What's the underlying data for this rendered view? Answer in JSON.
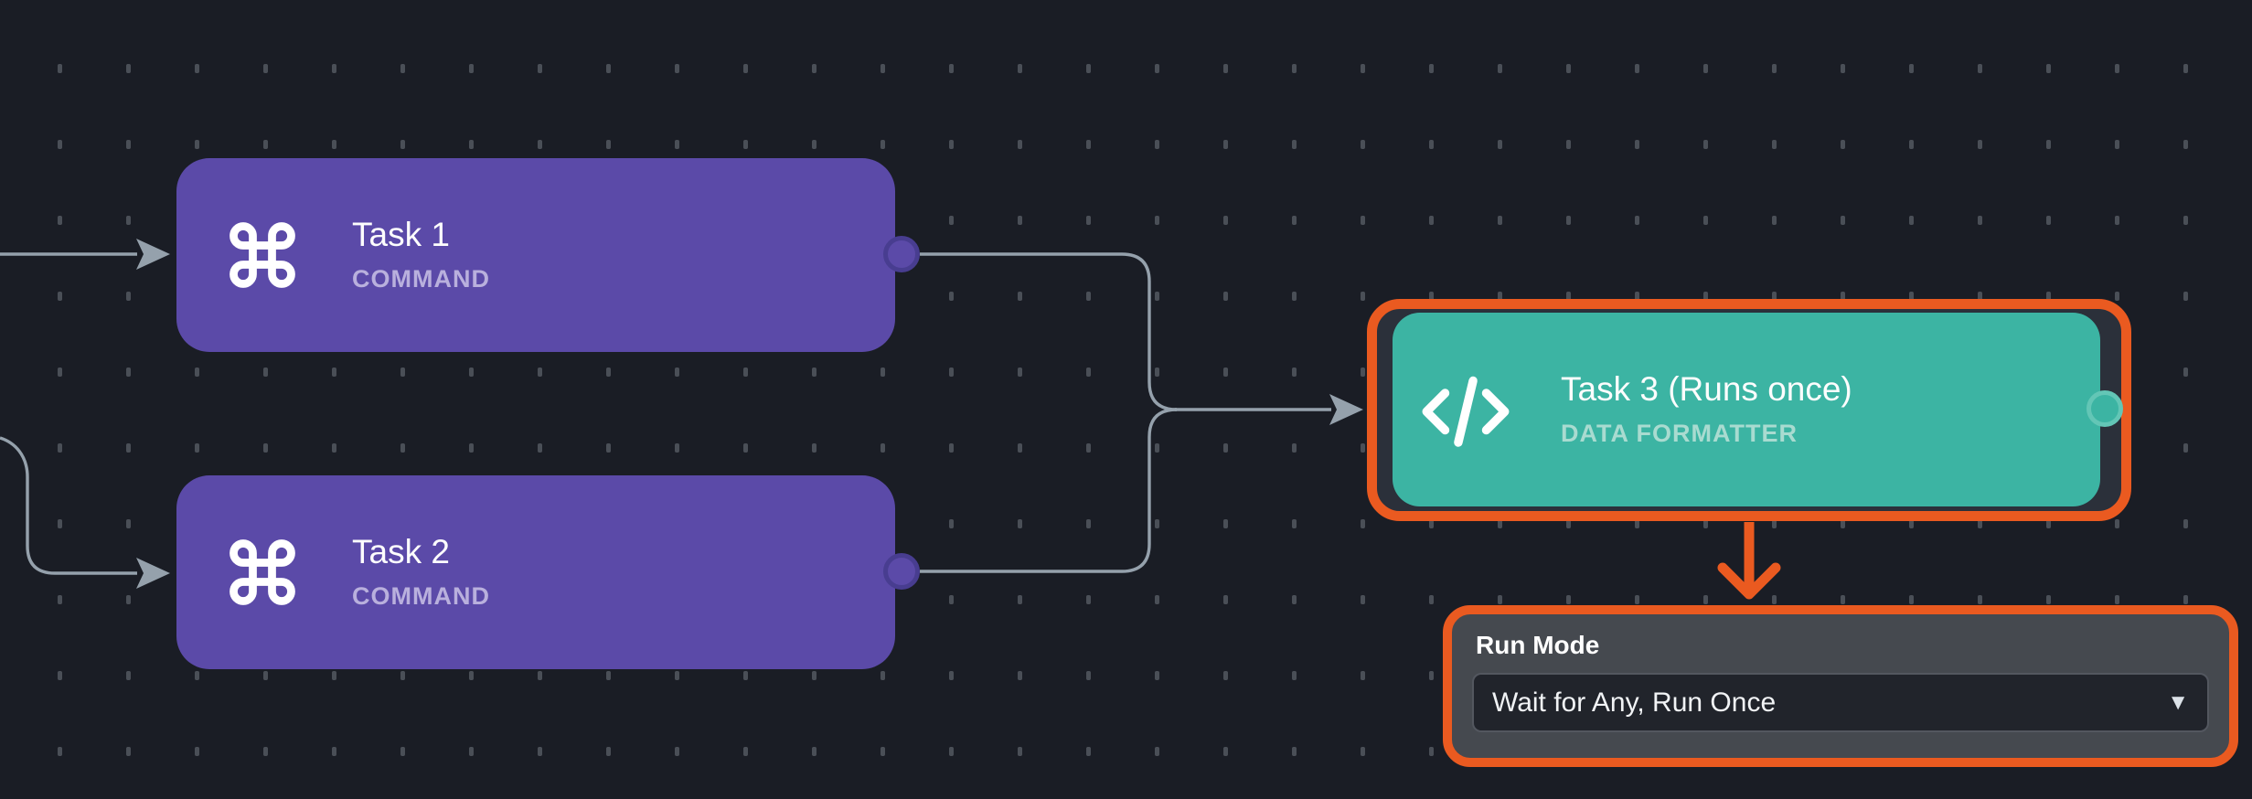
{
  "canvas": {
    "background_color": "#1a1d25",
    "dot_color": "#4a4f57",
    "edge_color": "#95a1ac"
  },
  "nodes": [
    {
      "title": "Task 1",
      "subtitle": "COMMAND",
      "icon": "command-icon",
      "body_color": "#5b4aa8",
      "subtitle_color": "#b9b0dd",
      "selected": false
    },
    {
      "title": "Task 2",
      "subtitle": "COMMAND",
      "icon": "command-icon",
      "body_color": "#5b4aa8",
      "subtitle_color": "#b9b0dd",
      "selected": false
    },
    {
      "title": "Task 3 (Runs once)",
      "subtitle": "DATA FORMATTER",
      "icon": "code-icon",
      "body_color": "#3cb4a3",
      "subtitle_color": "#a9dbd0",
      "selected": true,
      "selection_color": "#ea5a20"
    }
  ],
  "edges": [
    {
      "from": "offscreen-left",
      "to": "Task 1"
    },
    {
      "from": "offscreen-left",
      "to": "Task 2"
    },
    {
      "from": "Task 1",
      "to": "Task 3 (Runs once)"
    },
    {
      "from": "Task 2",
      "to": "Task 3 (Runs once)"
    },
    {
      "from": "Task 3 (Runs once)",
      "to": "run-mode-panel",
      "color": "#ea5a20"
    }
  ],
  "run_mode_panel": {
    "label": "Run Mode",
    "dropdown_value": "Wait for Any, Run Once",
    "caret": "▼",
    "accent_color": "#ea5a20"
  }
}
